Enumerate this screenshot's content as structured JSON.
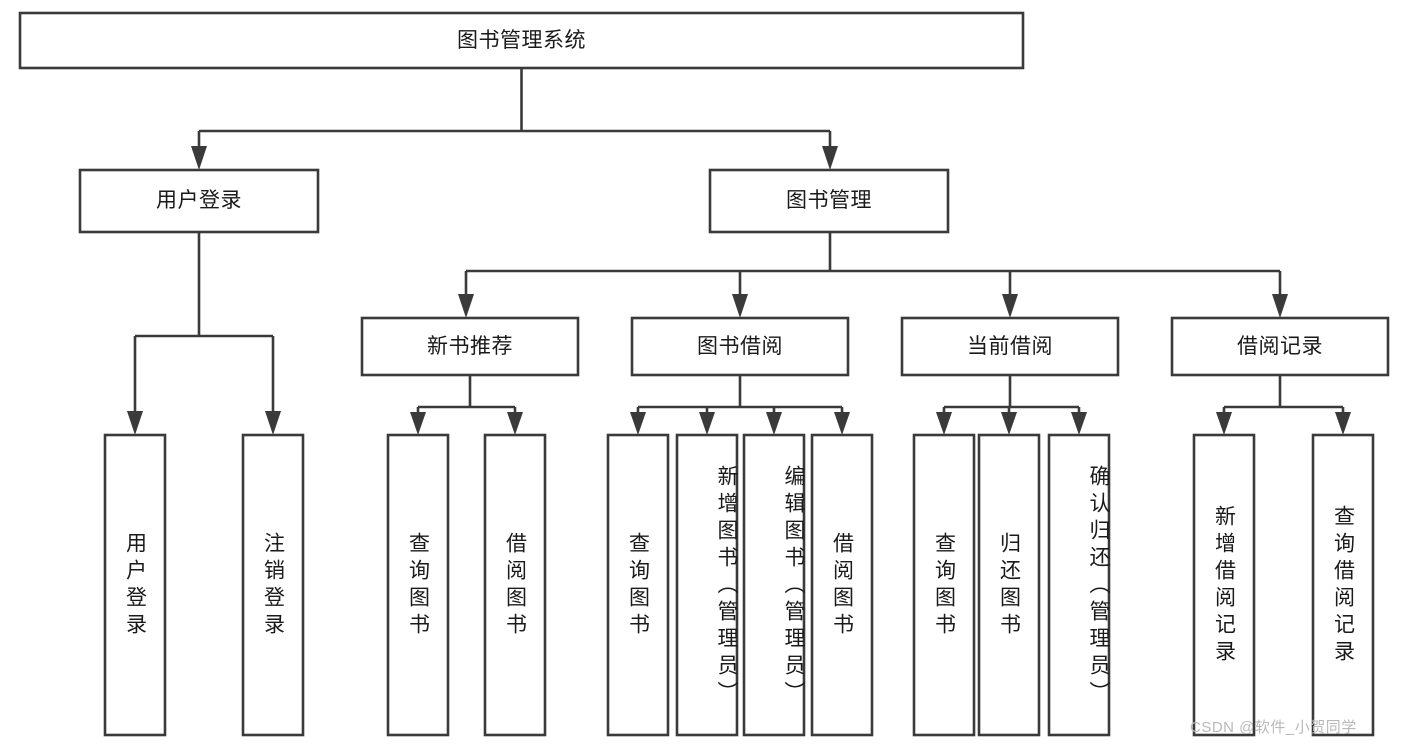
{
  "diagram": {
    "type": "tree",
    "title": "图书管理系统",
    "orientation": "top-down",
    "line_color": "#3a3a3a",
    "box_fill": "#ffffff",
    "text_color": "#1a1a1a",
    "root": {
      "id": "root",
      "label": "图书管理系统",
      "orientation": "horizontal"
    },
    "level2": [
      {
        "id": "user-login",
        "label": "用户登录",
        "orientation": "horizontal"
      },
      {
        "id": "book-management",
        "label": "图书管理",
        "orientation": "horizontal"
      }
    ],
    "level3": [
      {
        "id": "new-book-recommend",
        "label": "新书推荐",
        "orientation": "horizontal"
      },
      {
        "id": "book-borrow",
        "label": "图书借阅",
        "orientation": "horizontal"
      },
      {
        "id": "current-borrow",
        "label": "当前借阅",
        "orientation": "horizontal"
      },
      {
        "id": "borrow-record",
        "label": "借阅记录",
        "orientation": "horizontal"
      }
    ],
    "leaves": [
      {
        "id": "leaf-user-login",
        "label": "用户登录",
        "parent": "user-login",
        "orientation": "vertical"
      },
      {
        "id": "leaf-user-logout",
        "label": "注销登录",
        "parent": "user-login",
        "orientation": "vertical"
      },
      {
        "id": "leaf-query-book-1",
        "label": "查询图书",
        "parent": "new-book-recommend",
        "orientation": "vertical"
      },
      {
        "id": "leaf-borrow-book-1",
        "label": "借阅图书",
        "parent": "new-book-recommend",
        "orientation": "vertical"
      },
      {
        "id": "leaf-query-book-2",
        "label": "查询图书",
        "parent": "book-borrow",
        "orientation": "vertical"
      },
      {
        "id": "leaf-add-book",
        "label": "新增图书（管理员）",
        "parent": "book-borrow",
        "orientation": "vertical"
      },
      {
        "id": "leaf-edit-book",
        "label": "编辑图书（管理员）",
        "parent": "book-borrow",
        "orientation": "vertical"
      },
      {
        "id": "leaf-borrow-book-2",
        "label": "借阅图书",
        "parent": "book-borrow",
        "orientation": "vertical"
      },
      {
        "id": "leaf-query-book-3",
        "label": "查询图书",
        "parent": "current-borrow",
        "orientation": "vertical"
      },
      {
        "id": "leaf-return-book",
        "label": "归还图书",
        "parent": "current-borrow",
        "orientation": "vertical"
      },
      {
        "id": "leaf-confirm-return",
        "label": "确认归还（管理员）",
        "parent": "current-borrow",
        "orientation": "vertical"
      },
      {
        "id": "leaf-add-record",
        "label": "新增借阅记录",
        "parent": "borrow-record",
        "orientation": "vertical"
      },
      {
        "id": "leaf-query-record",
        "label": "查询借阅记录",
        "parent": "borrow-record",
        "orientation": "vertical"
      }
    ]
  },
  "watermark": {
    "text": "CSDN @软件_小贺同学"
  }
}
